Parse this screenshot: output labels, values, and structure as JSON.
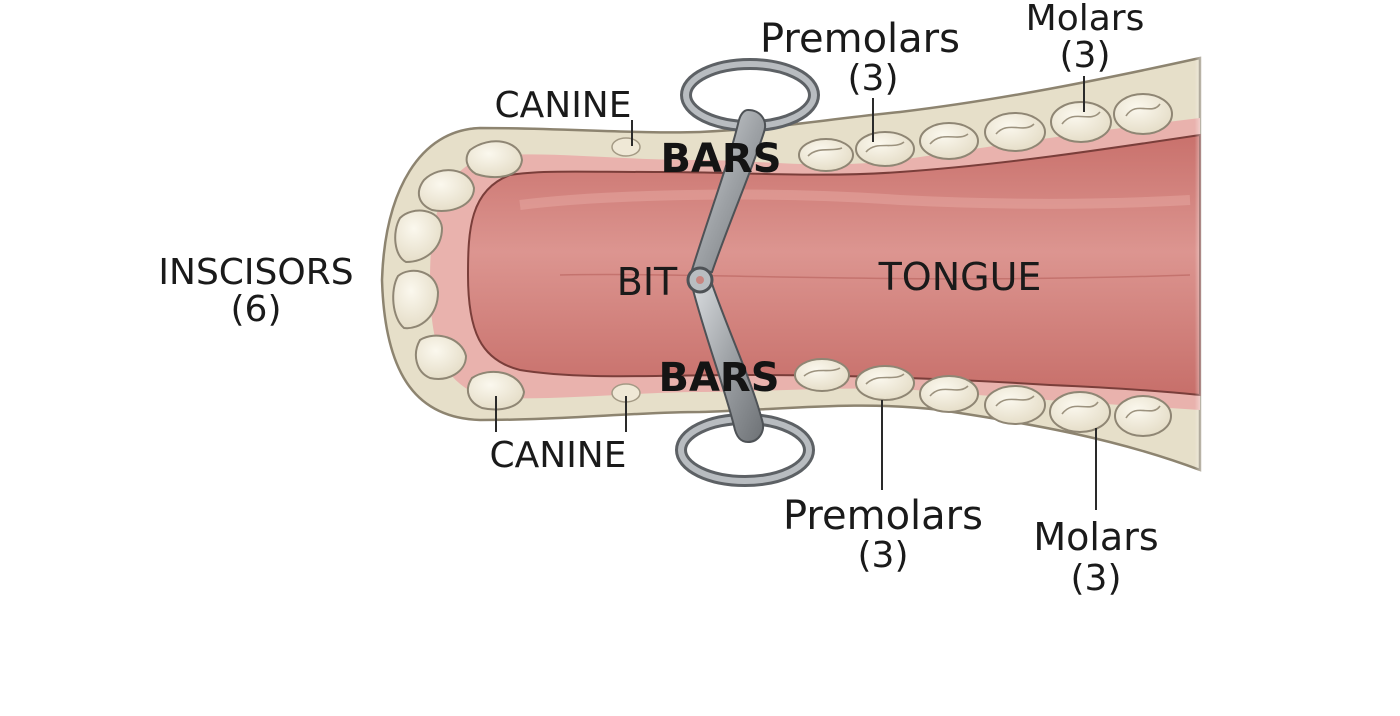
{
  "labels": {
    "molars_top": "Molars",
    "molars_top_count": "(3)",
    "premolars_top": "Premolars",
    "premolars_top_count": "(3)",
    "canine_top": "CANINE",
    "bars_top": "BARS",
    "incisors": "INSCISORS",
    "incisors_count": "(6)",
    "bit": "BIT",
    "tongue": "TONGUE",
    "bars_bottom": "BARS",
    "canine_bottom": "CANINE",
    "premolars_bottom": "Premolars",
    "premolars_bottom_count": "(3)",
    "molars_bottom": "Molars",
    "molars_bottom_count": "(3)"
  },
  "colors": {
    "gum_outer": "#e6dfc9",
    "gum_pink": "#e9b2ad",
    "tongue": "#d98e88",
    "tooth": "#f1ecdc",
    "bit_metal": "#9ea2a6"
  }
}
